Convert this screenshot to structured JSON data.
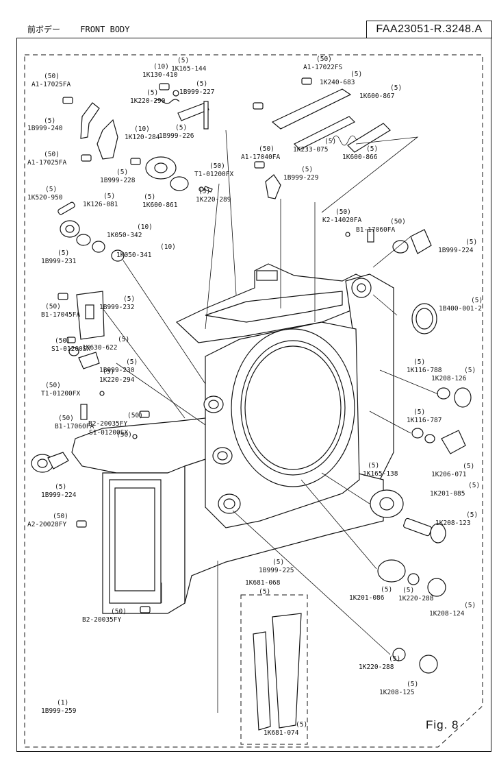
{
  "header": {
    "title_jp": "前ボデー",
    "title_en": "FRONT BODY",
    "doc_code": "FAA23051-R.3248.A"
  },
  "figure_label": "Fig.  8",
  "parts": [
    {
      "qty": "(50)",
      "code": "A1-17025FA"
    },
    {
      "qty": "(5)",
      "code": "1B999-240"
    },
    {
      "qty": "(50)",
      "code": "A1-17025FA"
    },
    {
      "qty": "(5)",
      "code": "1K220-290"
    },
    {
      "qty": "(10)",
      "code": "1K130-410"
    },
    {
      "qty": "(5)",
      "code": "1K165-144"
    },
    {
      "qty": "(5)",
      "code": "1B999-227"
    },
    {
      "qty": "(10)",
      "code": "1K120-284"
    },
    {
      "qty": "(5)",
      "code": "1B999-226"
    },
    {
      "qty": "(5)",
      "code": "1B999-228"
    },
    {
      "qty": "(50)",
      "code": "T1-01200FX"
    },
    {
      "qty": "(5)",
      "code": "1K600-861"
    },
    {
      "qty": "(5)",
      "code": "1K220-289"
    },
    {
      "qty": "(50)",
      "code": "A1-17022FS"
    },
    {
      "qty": "(5)",
      "code": "1K240-683"
    },
    {
      "qty": "(5)",
      "code": "1K600-867"
    },
    {
      "qty": "(5)",
      "code": "1K233-075"
    },
    {
      "qty": "(5)",
      "code": "1K600-866"
    },
    {
      "qty": "(50)",
      "code": "A1-17040FA"
    },
    {
      "qty": "(5)",
      "code": "1B999-229"
    },
    {
      "qty": "(5)",
      "code": "1K520-950"
    },
    {
      "qty": "(5)",
      "code": "1K126-081"
    },
    {
      "qty": "(10)",
      "code": "1K050-342"
    },
    {
      "qty": "(10)",
      "code": "1K050-341"
    },
    {
      "qty": "(5)",
      "code": "1B999-231"
    },
    {
      "qty": "(50)",
      "code": "K2-14020FA"
    },
    {
      "qty": "(50)",
      "code": "B1-17060FA"
    },
    {
      "qty": "(5)",
      "code": "1B999-224"
    },
    {
      "qty": "(5)",
      "code": "1B400-001-2"
    },
    {
      "qty": "(50)",
      "code": "B1-17045FA"
    },
    {
      "qty": "(5)",
      "code": "1B999-232"
    },
    {
      "qty": "(50)",
      "code": "S1-01200SX"
    },
    {
      "qty": "(5)",
      "code": "1K630-622"
    },
    {
      "qty": "(5)",
      "code": "1B999-230"
    },
    {
      "qty": "(5)",
      "code": "1K220-294"
    },
    {
      "qty": "(50)",
      "code": "T1-01200FX"
    },
    {
      "qty": "(5)",
      "code": "1K116-788"
    },
    {
      "qty": "(5)",
      "code": "1K208-126"
    },
    {
      "qty": "(50)",
      "code": "B1-17060FA"
    },
    {
      "qty": "(50)",
      "code": "B2-20035FY"
    },
    {
      "qty": "",
      "code": "S1-01200SX"
    },
    {
      "qty": "(50)",
      "code": ""
    },
    {
      "qty": "(5)",
      "code": "1K116-787"
    },
    {
      "qty": "(5)",
      "code": "1K165-138"
    },
    {
      "qty": "(5)",
      "code": "1K206-071"
    },
    {
      "qty": "(5)",
      "code": "1B999-224"
    },
    {
      "qty": "(5)",
      "code": "1K201-085"
    },
    {
      "qty": "(50)",
      "code": "A2-20028FY"
    },
    {
      "qty": "(5)",
      "code": "1K208-123"
    },
    {
      "qty": "(5)",
      "code": "1B999-225"
    },
    {
      "qty": "",
      "code": "1K681-068"
    },
    {
      "qty": "(5)",
      "code": ""
    },
    {
      "qty": "(5)",
      "code": "1K201-086"
    },
    {
      "qty": "(5)",
      "code": "1K220-288"
    },
    {
      "qty": "(5)",
      "code": "1K208-124"
    },
    {
      "qty": "(50)",
      "code": "B2-20035FY"
    },
    {
      "qty": "(5)",
      "code": "1K220-288"
    },
    {
      "qty": "(5)",
      "code": "1K208-125"
    },
    {
      "qty": "(1)",
      "code": "1B999-259"
    },
    {
      "qty": "(5)",
      "code": "1K681-074"
    }
  ]
}
